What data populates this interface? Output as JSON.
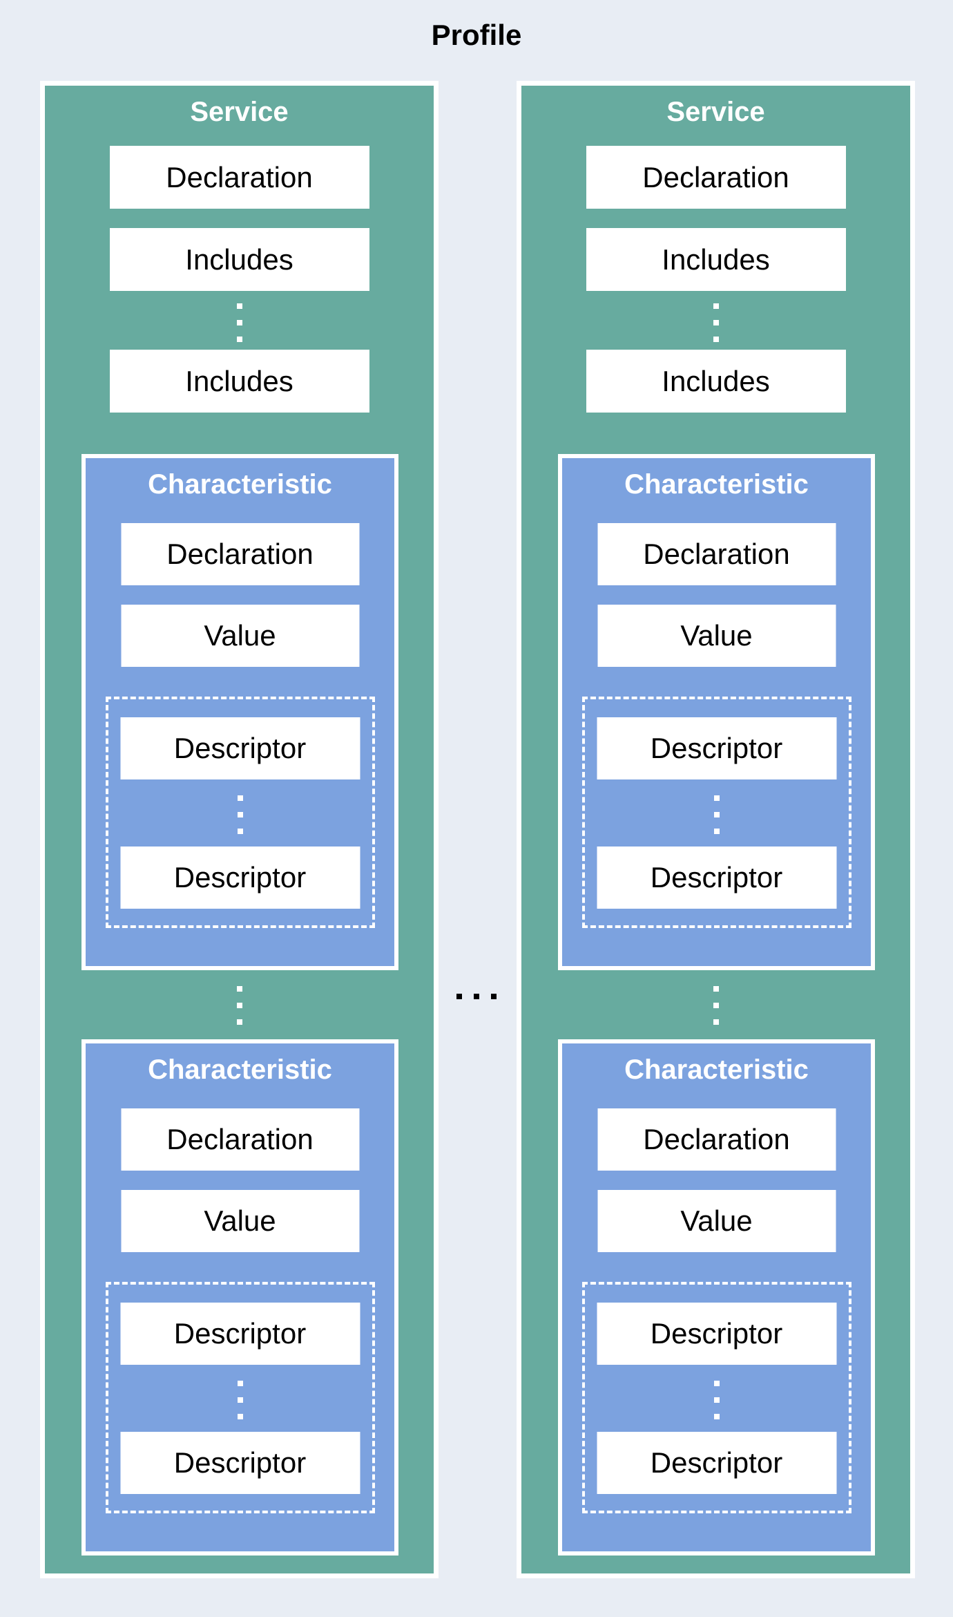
{
  "title": "Profile",
  "colors": {
    "background": "#E8EDF4",
    "service_fill": "#67AB9F",
    "characteristic_fill": "#7CA2DF",
    "box_fill": "#FFFFFF",
    "frame_border": "#FFFFFF",
    "box_text": "#000000",
    "panel_title_text": "#FFFFFF",
    "separator_dots": "#000000"
  },
  "separators": {
    "between_includes": "vertical-dots",
    "between_descriptors": "vertical-dots",
    "between_characteristics": "vertical-dots",
    "between_services": "horizontal-dots"
  },
  "services": [
    {
      "title": "Service",
      "declaration": "Declaration",
      "includes": [
        "Includes",
        "Includes"
      ],
      "characteristics": [
        {
          "title": "Characteristic",
          "declaration": "Declaration",
          "value": "Value",
          "descriptors": [
            "Descriptor",
            "Descriptor"
          ]
        },
        {
          "title": "Characteristic",
          "declaration": "Declaration",
          "value": "Value",
          "descriptors": [
            "Descriptor",
            "Descriptor"
          ]
        }
      ]
    },
    {
      "title": "Service",
      "declaration": "Declaration",
      "includes": [
        "Includes",
        "Includes"
      ],
      "characteristics": [
        {
          "title": "Characteristic",
          "declaration": "Declaration",
          "value": "Value",
          "descriptors": [
            "Descriptor",
            "Descriptor"
          ]
        },
        {
          "title": "Characteristic",
          "declaration": "Declaration",
          "value": "Value",
          "descriptors": [
            "Descriptor",
            "Descriptor"
          ]
        }
      ]
    }
  ]
}
